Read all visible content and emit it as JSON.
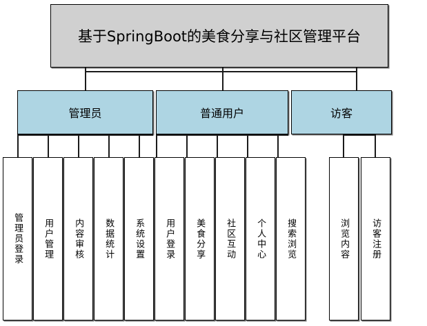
{
  "diagram": {
    "type": "org-chart",
    "title_box": {
      "label": "基于SpringBoot的美食分享与社区管理平台",
      "fill_color": "#d0d0d0",
      "border_color": "#000000"
    },
    "level2_fill_color": "#aed5e3",
    "leaf_fill_color": "#ffffff",
    "roles": [
      {
        "label": "管理员",
        "children": [
          {
            "label": "管理员登录"
          },
          {
            "label": "用户管理"
          },
          {
            "label": "内容审核"
          },
          {
            "label": "数据统计"
          },
          {
            "label": "系统设置"
          }
        ]
      },
      {
        "label": "普通用户",
        "children": [
          {
            "label": "用户登录"
          },
          {
            "label": "美食分享"
          },
          {
            "label": "社区互动"
          },
          {
            "label": "个人中心"
          },
          {
            "label": "搜索浏览"
          }
        ]
      },
      {
        "label": "访客",
        "children": [
          {
            "label": "浏览内容"
          },
          {
            "label": "访客注册"
          }
        ]
      }
    ]
  }
}
